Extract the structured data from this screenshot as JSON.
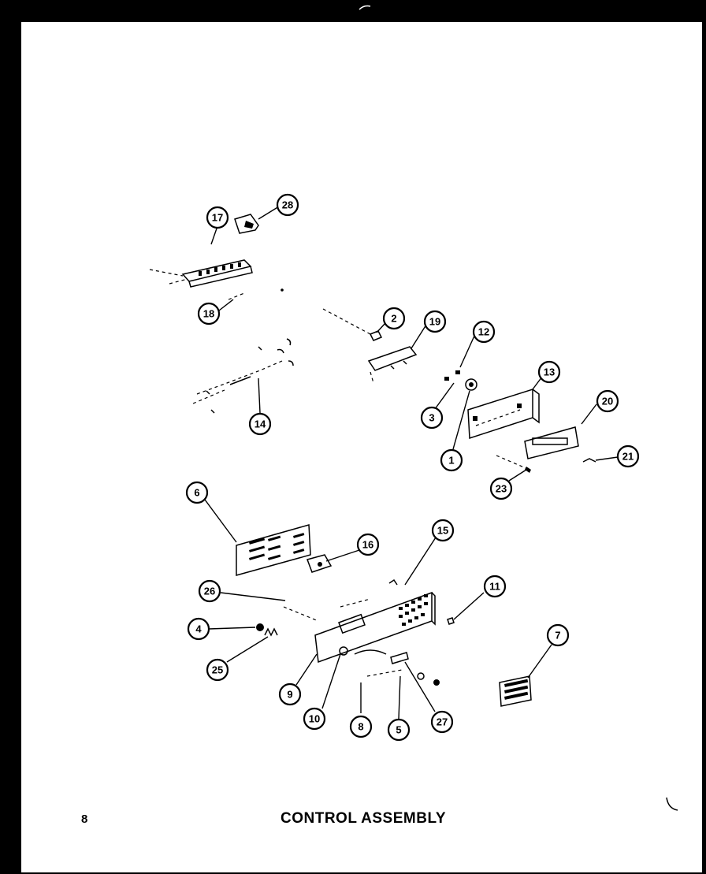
{
  "page": {
    "number": "8",
    "title": "CONTROL ASSEMBLY"
  },
  "callouts": {
    "c17": "17",
    "c28": "28",
    "c18": "18",
    "c2": "2",
    "c19": "19",
    "c12": "12",
    "c14": "14",
    "c13": "13",
    "c3": "3",
    "c20": "20",
    "c1": "1",
    "c21": "21",
    "c23": "23",
    "c6": "6",
    "c16": "16",
    "c15": "15",
    "c26": "26",
    "c11": "11",
    "c4": "4",
    "c7": "7",
    "c25": "25",
    "c9": "9",
    "c10": "10",
    "c8": "8",
    "c5": "5",
    "c27": "27"
  }
}
